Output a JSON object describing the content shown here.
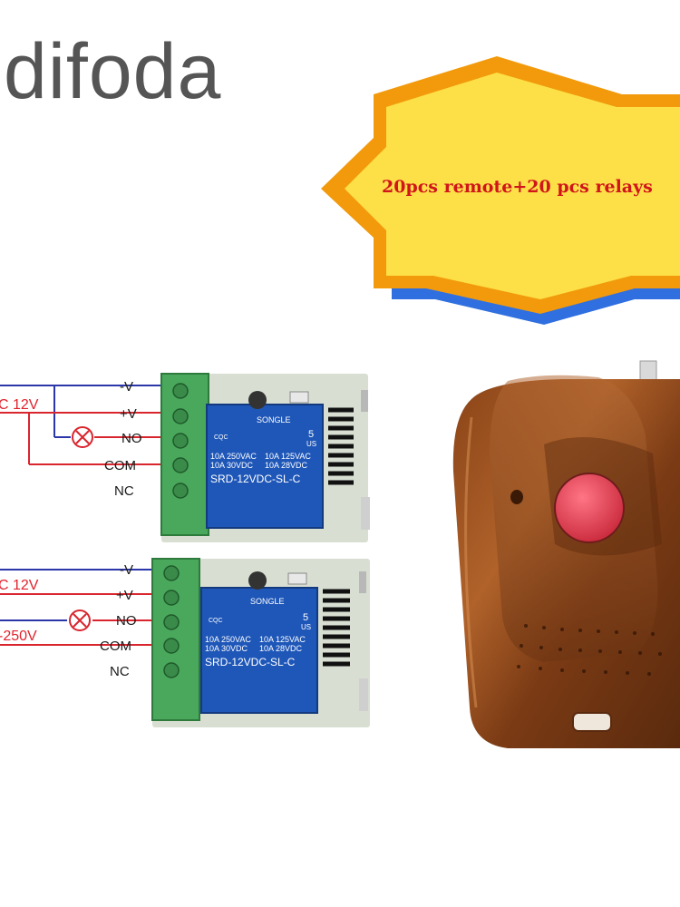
{
  "brand": {
    "name": "difoda"
  },
  "badge": {
    "text": "20pcs remote+20 pcs relays",
    "color": "#d0151b",
    "fill": "#fde047",
    "outline": "#f29a0c",
    "shadow": "#2f6fe0"
  },
  "wiring": {
    "top": {
      "terminals": [
        "-V",
        "+V",
        "NO",
        "COM",
        "NC"
      ],
      "voltages": [
        "C 12V"
      ]
    },
    "bottom": {
      "terminals": [
        "-V",
        "+V",
        "NO",
        "COM",
        "NC"
      ],
      "voltages": [
        "C 12V",
        "-250V"
      ]
    }
  },
  "relay": {
    "brand": "SONGLE",
    "rating_left_1": "10A 250VAC",
    "rating_left_2": "10A 30VDC",
    "rating_right_1": "10A 125VAC",
    "rating_right_2": "10A 28VDC",
    "model": "SRD-12VDC-SL-C",
    "pin_count": "5",
    "us_mark": "US",
    "cqc": "CQC"
  },
  "remote": {
    "style": "wood-grain",
    "button_color": "#e53a4a"
  }
}
